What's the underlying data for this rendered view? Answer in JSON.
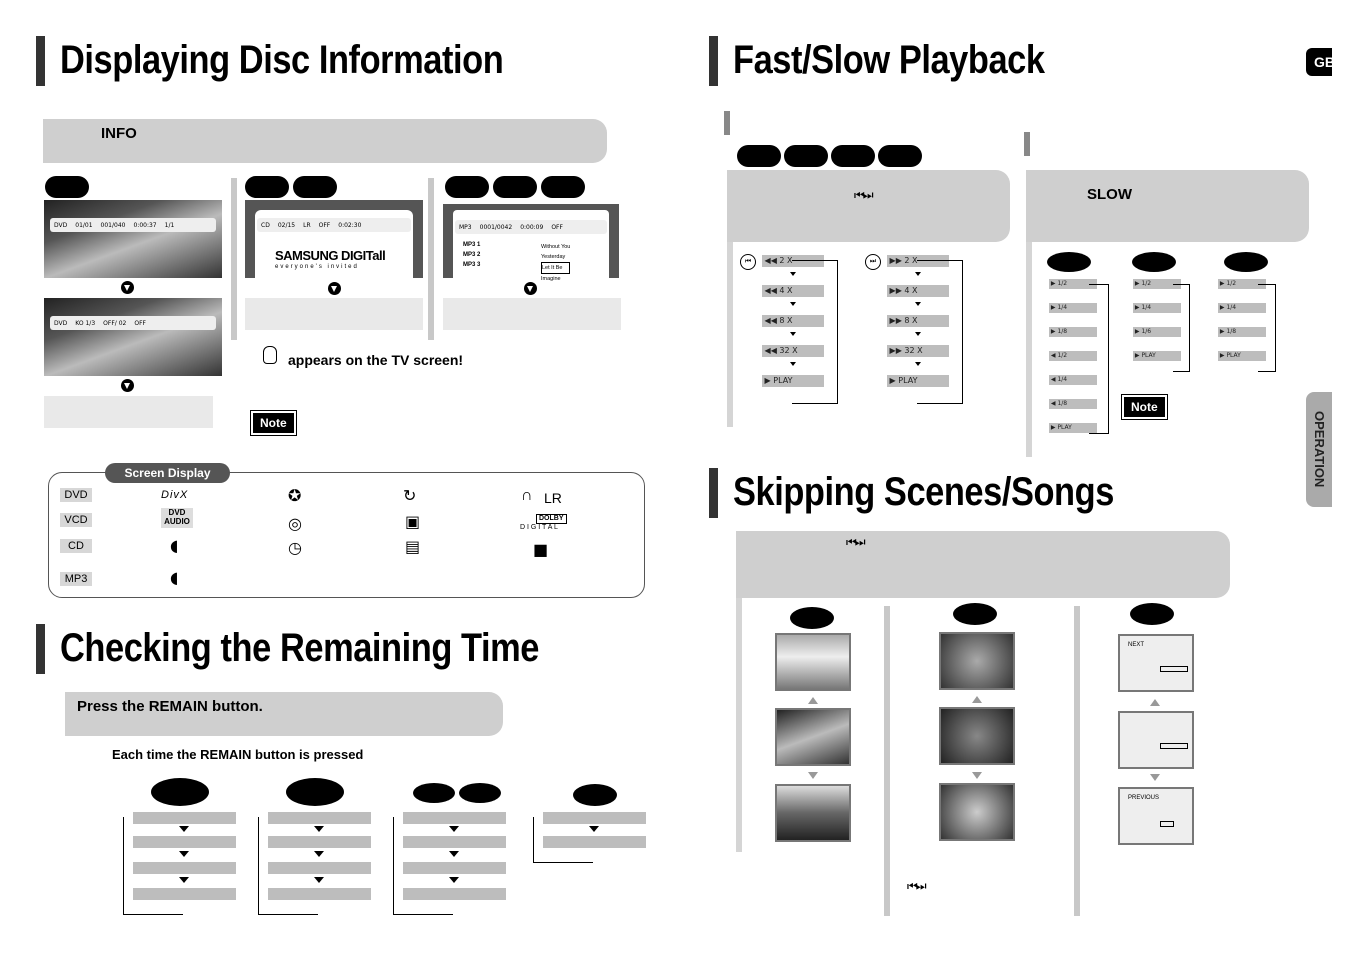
{
  "sections": {
    "disc_info": "Displaying Disc Information",
    "fast_slow": "Fast/Slow Playback",
    "skipping": "Skipping Scenes/Songs",
    "remaining": "Checking the Remaining Time"
  },
  "tab": "GB",
  "side_tab": "OPERATION",
  "disc_info": {
    "button_label": "INFO",
    "screen1_osd": [
      "DVD",
      "01/01",
      "001/040",
      "0:00:37",
      "1/1"
    ],
    "screen2_osd": [
      "DVD",
      "KO 1/3",
      "OFF/ 02",
      "OFF"
    ],
    "screen3_osd": [
      "CD",
      "02/15",
      "LR",
      "OFF",
      "0:02:30"
    ],
    "screen3_logo": "SAMSUNG DIGITall",
    "screen3_tagline": "everyone's invited",
    "screen4_osd": [
      "MP3",
      "0001/0042",
      "0:00:09",
      "OFF"
    ],
    "mp3_list": [
      "MP3 1",
      "MP3 2",
      "MP3 3"
    ],
    "mp3_songs": [
      "Without You",
      "Yesterday",
      "Let It Be",
      "Imagine"
    ],
    "tv_message": "appears on the TV screen!",
    "note": "Note"
  },
  "screen_display": {
    "title": "Screen Display",
    "types": [
      "DVD",
      "VCD",
      "CD",
      "MP3"
    ],
    "divx": "DivX",
    "dvd_audio_1": "DVD",
    "dvd_audio_2": "AUDIO",
    "lr": "LR",
    "dolby_1": "DOLBY",
    "dolby_2": "D I G I T A L"
  },
  "remaining": {
    "instruction": "Press the REMAIN button.",
    "each_time": "Each time the REMAIN button is pressed"
  },
  "fast": {
    "steps": [
      "2 X",
      "4 X",
      "8 X",
      "32 X"
    ],
    "play": "PLAY",
    "slow_label": "SLOW",
    "slow_dvd": [
      "1/2",
      "1/4",
      "1/8",
      "1/2",
      "1/4",
      "1/8"
    ],
    "slow_other": [
      "1/2",
      "1/4",
      "1/6"
    ],
    "slow_other2": [
      "1/2",
      "1/4",
      "1/8"
    ],
    "note": "Note"
  },
  "skipping": {
    "next_label": "NEXT",
    "previous_label": "PREVIOUS"
  }
}
